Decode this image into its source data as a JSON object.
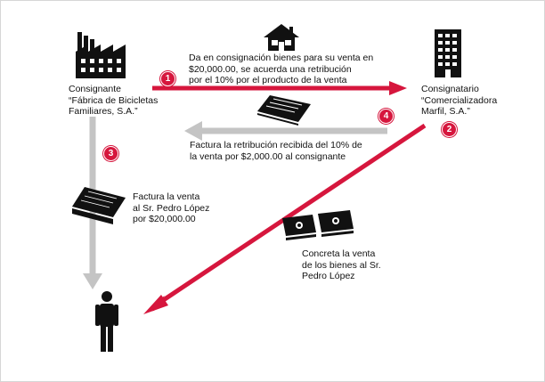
{
  "colors": {
    "red_arrow": "#d6163d",
    "gray_arrow": "#c4c4c4",
    "badge": "#d6163d",
    "ink": "#111111"
  },
  "consignante": {
    "lines": [
      "Consignante",
      "“Fábrica de Bicicletas",
      "Familiares, S.A.”"
    ],
    "icon": "factory-icon"
  },
  "consignatario": {
    "lines": [
      "Consignatario",
      "“Comercializadora",
      "Marfil, S.A.”"
    ],
    "icon": "office-building-icon"
  },
  "house_icon": "house-icon",
  "buyer_icon": "person-icon",
  "steps": [
    {
      "number": "1",
      "lines": [
        "Da en consignación bienes para su venta en",
        "$20,000.00, se acuerda una retribución",
        "por el 10% por el producto de la venta"
      ]
    },
    {
      "number": "2",
      "lines": [
        "Concreta la venta",
        "de los bienes al Sr.",
        "Pedro López"
      ]
    },
    {
      "number": "3",
      "lines": [
        "Factura la venta",
        "al Sr. Pedro López",
        "por $20,000.00"
      ]
    },
    {
      "number": "4",
      "lines": [
        "Factura la retribución recibida del 10% de",
        "la venta por $2,000.00 al consignante"
      ]
    }
  ],
  "document_icons": [
    "invoice-stack-icon",
    "invoice-stack-icon"
  ],
  "money_icon": "banknotes-icon"
}
